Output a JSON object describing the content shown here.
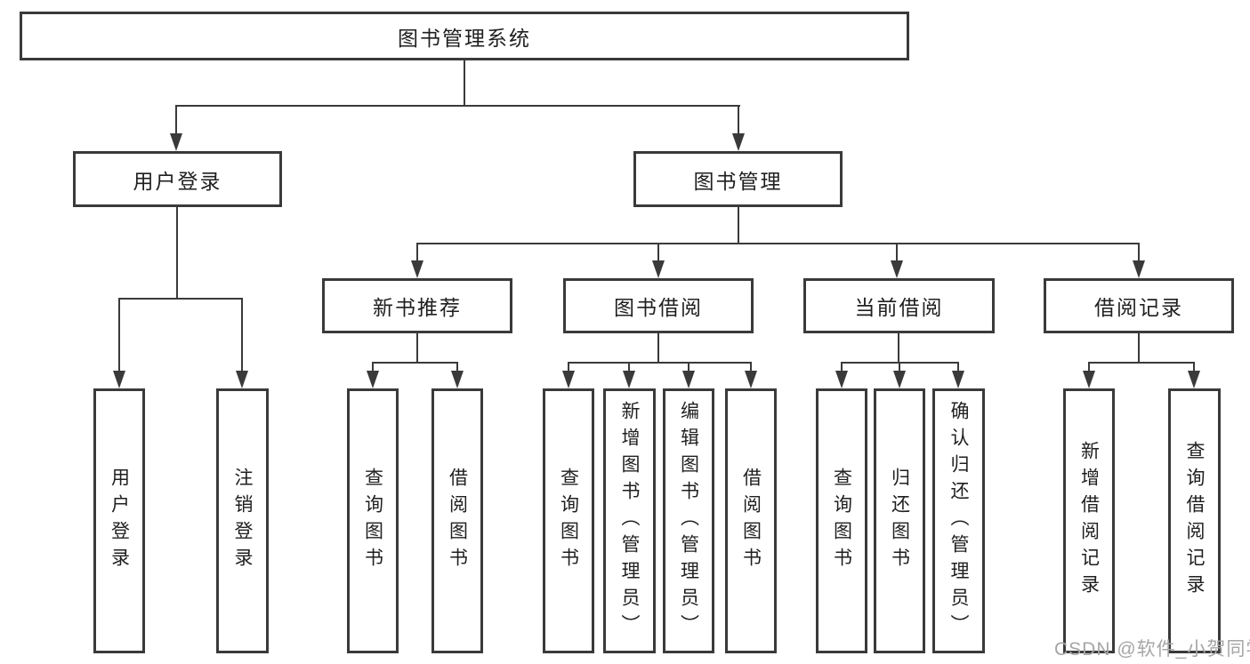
{
  "nodes": {
    "root": "图书管理系统",
    "user_login": "用户登录",
    "book_mgmt": "图书管理",
    "new_book_rec": "新书推荐",
    "book_borrow": "图书借阅",
    "current_borrow": "当前借阅",
    "borrow_record": "借阅记录"
  },
  "leaves": {
    "user_login": [
      "用户登录",
      "注销登录"
    ],
    "new_book_rec": [
      "查询图书",
      "借阅图书"
    ],
    "book_borrow": [
      "查询图书",
      "新增图书（管理员）",
      "编辑图书（管理员）",
      "借阅图书"
    ],
    "current_borrow": [
      "查询图书",
      "归还图书",
      "确认归还（管理员）"
    ],
    "borrow_record": [
      "新增借阅记录",
      "查询借阅记录"
    ]
  },
  "watermark": "CSDN @软件_小贺同学",
  "colors": {
    "line": "#3a3a3a",
    "text": "#1f1f1f",
    "watermark": "#a6a6a6",
    "background": "#ffffff"
  }
}
